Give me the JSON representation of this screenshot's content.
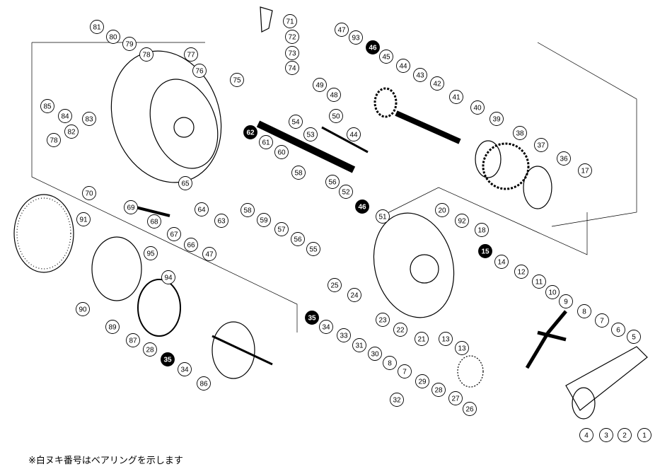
{
  "diagram": {
    "type": "exploded-parts-diagram",
    "caption": "※白ヌキ番号はベアリングを示します",
    "parts": [
      {
        "n": "81",
        "bearing": false
      },
      {
        "n": "80",
        "bearing": false
      },
      {
        "n": "79",
        "bearing": false
      },
      {
        "n": "78",
        "bearing": false
      },
      {
        "n": "77",
        "bearing": false
      },
      {
        "n": "76",
        "bearing": false
      },
      {
        "n": "75",
        "bearing": false
      },
      {
        "n": "71",
        "bearing": false
      },
      {
        "n": "72",
        "bearing": false
      },
      {
        "n": "73",
        "bearing": false
      },
      {
        "n": "74",
        "bearing": false
      },
      {
        "n": "47",
        "bearing": false
      },
      {
        "n": "93",
        "bearing": false
      },
      {
        "n": "46",
        "bearing": true
      },
      {
        "n": "45",
        "bearing": false
      },
      {
        "n": "44",
        "bearing": false
      },
      {
        "n": "43",
        "bearing": false
      },
      {
        "n": "42",
        "bearing": false
      },
      {
        "n": "41",
        "bearing": false
      },
      {
        "n": "40",
        "bearing": false
      },
      {
        "n": "39",
        "bearing": false
      },
      {
        "n": "38",
        "bearing": false
      },
      {
        "n": "37",
        "bearing": false
      },
      {
        "n": "36",
        "bearing": false
      },
      {
        "n": "17",
        "bearing": false
      },
      {
        "n": "49",
        "bearing": false
      },
      {
        "n": "48",
        "bearing": false
      },
      {
        "n": "50",
        "bearing": false
      },
      {
        "n": "44",
        "bearing": false
      },
      {
        "n": "54",
        "bearing": false
      },
      {
        "n": "53",
        "bearing": false
      },
      {
        "n": "62",
        "bearing": true
      },
      {
        "n": "61",
        "bearing": false
      },
      {
        "n": "60",
        "bearing": false
      },
      {
        "n": "58",
        "bearing": false
      },
      {
        "n": "56",
        "bearing": false
      },
      {
        "n": "52",
        "bearing": false
      },
      {
        "n": "46",
        "bearing": true
      },
      {
        "n": "51",
        "bearing": false
      },
      {
        "n": "85",
        "bearing": false
      },
      {
        "n": "84",
        "bearing": false
      },
      {
        "n": "83",
        "bearing": false
      },
      {
        "n": "82",
        "bearing": false
      },
      {
        "n": "78",
        "bearing": false
      },
      {
        "n": "70",
        "bearing": false
      },
      {
        "n": "69",
        "bearing": false
      },
      {
        "n": "68",
        "bearing": false
      },
      {
        "n": "65",
        "bearing": false
      },
      {
        "n": "64",
        "bearing": false
      },
      {
        "n": "67",
        "bearing": false
      },
      {
        "n": "66",
        "bearing": false
      },
      {
        "n": "47",
        "bearing": false
      },
      {
        "n": "63",
        "bearing": false
      },
      {
        "n": "58",
        "bearing": false
      },
      {
        "n": "59",
        "bearing": false
      },
      {
        "n": "57",
        "bearing": false
      },
      {
        "n": "56",
        "bearing": false
      },
      {
        "n": "55",
        "bearing": false
      },
      {
        "n": "20",
        "bearing": false
      },
      {
        "n": "92",
        "bearing": false
      },
      {
        "n": "18",
        "bearing": false
      },
      {
        "n": "15",
        "bearing": true
      },
      {
        "n": "14",
        "bearing": false
      },
      {
        "n": "12",
        "bearing": false
      },
      {
        "n": "11",
        "bearing": false
      },
      {
        "n": "10",
        "bearing": false
      },
      {
        "n": "9",
        "bearing": false
      },
      {
        "n": "8",
        "bearing": false
      },
      {
        "n": "7",
        "bearing": false
      },
      {
        "n": "6",
        "bearing": false
      },
      {
        "n": "5",
        "bearing": false
      },
      {
        "n": "25",
        "bearing": false
      },
      {
        "n": "24",
        "bearing": false
      },
      {
        "n": "35",
        "bearing": true
      },
      {
        "n": "34",
        "bearing": false
      },
      {
        "n": "23",
        "bearing": false
      },
      {
        "n": "22",
        "bearing": false
      },
      {
        "n": "21",
        "bearing": false
      },
      {
        "n": "13",
        "bearing": false
      },
      {
        "n": "13",
        "bearing": false
      },
      {
        "n": "33",
        "bearing": false
      },
      {
        "n": "31",
        "bearing": false
      },
      {
        "n": "30",
        "bearing": false
      },
      {
        "n": "8",
        "bearing": false
      },
      {
        "n": "7",
        "bearing": false
      },
      {
        "n": "29",
        "bearing": false
      },
      {
        "n": "28",
        "bearing": false
      },
      {
        "n": "27",
        "bearing": false
      },
      {
        "n": "26",
        "bearing": false
      },
      {
        "n": "32",
        "bearing": false
      },
      {
        "n": "4",
        "bearing": false
      },
      {
        "n": "3",
        "bearing": false
      },
      {
        "n": "2",
        "bearing": false
      },
      {
        "n": "1",
        "bearing": false
      },
      {
        "n": "91",
        "bearing": false
      },
      {
        "n": "95",
        "bearing": false
      },
      {
        "n": "94",
        "bearing": false
      },
      {
        "n": "90",
        "bearing": false
      },
      {
        "n": "89",
        "bearing": false
      },
      {
        "n": "87",
        "bearing": false
      },
      {
        "n": "28",
        "bearing": false
      },
      {
        "n": "35",
        "bearing": true
      },
      {
        "n": "34",
        "bearing": false
      },
      {
        "n": "86",
        "bearing": false
      }
    ]
  }
}
